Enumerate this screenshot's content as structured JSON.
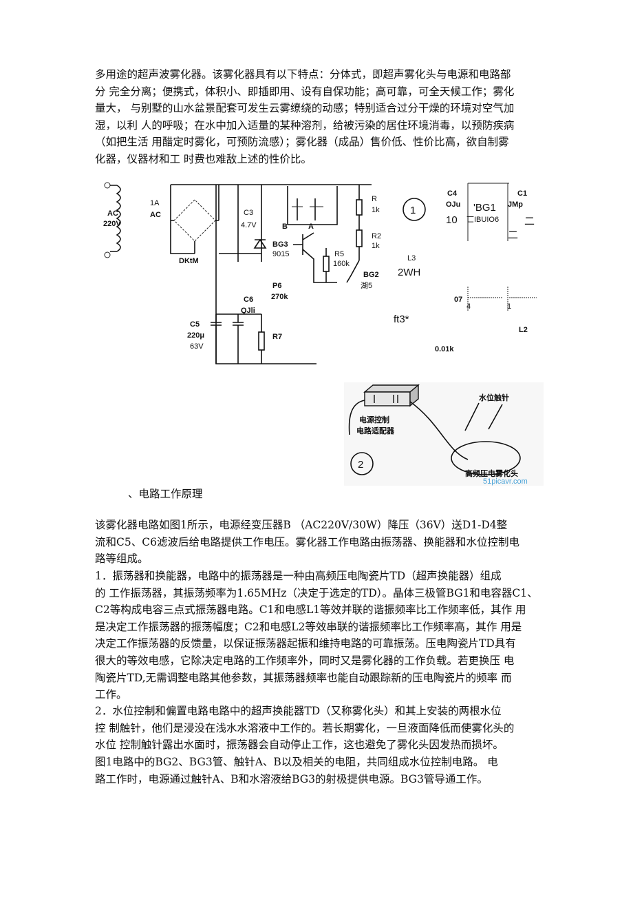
{
  "intro": {
    "lines": [
      "多用途的超声波雾化器。该雾化器具有以下特点：分体式，即超声雾化头与电源和电路部",
      "分  完全分离；便携式，体积小、即插即用、设有自保功能；高可靠，可全天候工作；雾化",
      "量大，  与别墅的山水盆景配套可发生云雾缭绕的动感；特别适合过分干燥的环境对空气加",
      "湿，以利  人的呼吸；在水中加入适量的某种溶剂，给被污染的居住环境消毒，以预防疾病",
      "（如把生活  用醋定时雾化，可预防流感）；雾化器（成品）售价低、性价比高，欲自制雾",
      "化器，仪器材和工  时费也难敌上述的性价比。"
    ]
  },
  "figure1": {
    "labels": {
      "ac": "AC",
      "v220": "220V",
      "fuse_1a": "1A",
      "fuse_ac": "AC",
      "bridge": "DKtM",
      "c3": "C3",
      "c3_val": "4.7V",
      "b": "B",
      "a": "A",
      "bg3": "BG3",
      "bg3_val": "9015",
      "r1": "R",
      "r1_val": "1k",
      "r2": "R2",
      "r2_val": "1k",
      "r5": "R5",
      "r5_val": "160k",
      "bg2": "BG2",
      "bg2_val": "湖5",
      "p6": "P6",
      "p6_val": "270k",
      "c6": "C6",
      "c6_val": "QJli",
      "c5": "C5",
      "c5_val": "220μ",
      "c5_v": "63V",
      "r7": "R7",
      "circle_num": "1",
      "l3": "L3",
      "wh": "2WH",
      "c4": "C4",
      "c4_val": "OJu",
      "ten": "10",
      "bg1": "'BG1",
      "bg1_val": "匸IBUIO6",
      "c1": "C1",
      "c1_val": "JMp",
      "er1": "二",
      "er2": "二",
      "o7": "07",
      "four": "4",
      "one": "1",
      "ft3": "ft3*",
      "l2": "L2",
      "r001": "0.01k"
    }
  },
  "figure2": {
    "labels": {
      "power_line1": "电源控制",
      "power_line2": "电路适配器",
      "probe": "水位触针",
      "num": "2",
      "head": "高频压电雾化头",
      "watermark": "51picavr.com"
    }
  },
  "section": {
    "heading": "、电路工作原理"
  },
  "body": {
    "p1": [
      "    该雾化器电路如图1所示，电源经变压器B      （AC220V/30W）降压（36V）送D1-D4整",
      "流和C5、C6滤波后给电路提供工作电压。雾化器工作电路由振荡器、换能器和水位控制电",
      "路等组成。"
    ],
    "p2": [
      "    1．振荡器和换能器，电路中的振荡器是一种由高频压电陶瓷片TD（超声换能器）组成",
      "的  工作振荡器，其振荡频率为1.65MHz（决定于选定的TD）。晶体三极管BG1和电容器C1、",
      "C2等构成电容三点式振荡器电路。C1和电感L1等效并联的谐振频率比工作频率低，其作  用",
      "是决定工作振荡器的振荡幅度；C2和电感L2等效串联的谐振频率比工作频率高，其作  用是",
      "决定工作振荡器的反馈量，以保证振荡器起振和维持电路的可靠振荡。压电陶瓷片TD具有",
      "很大的等效电感，它除决定电路的工作频率外，同时又是雾化器的工作负载。若更换压  电",
      "陶瓷片TD,无需调整电路其他参数，其振荡器频率也能自动跟踪新的压电陶瓷片的频率    而",
      "工作。"
    ],
    "p3": [
      "    2．水位控制和偏置电路电路中的超声换能器TD（又称雾化头）和其上安装的两根水位",
      "控  制触针，他们是浸没在浅水水溶液中工作的。若长期雾化，一旦液面降低而使雾化头的",
      "水位  控制触针露出水面时，振荡器会自动停止工作，这也避免了雾化头因发热而损坏。"
    ],
    "p4": [
      "    图1电路中的BG2、BG3管、触针A、B以及相关的电阻，共同组成水位控制电路。  电",
      "路工作时，电源通过触针A、B和水溶液给BG3的射极提供电源。BG3管导通工作。"
    ]
  }
}
